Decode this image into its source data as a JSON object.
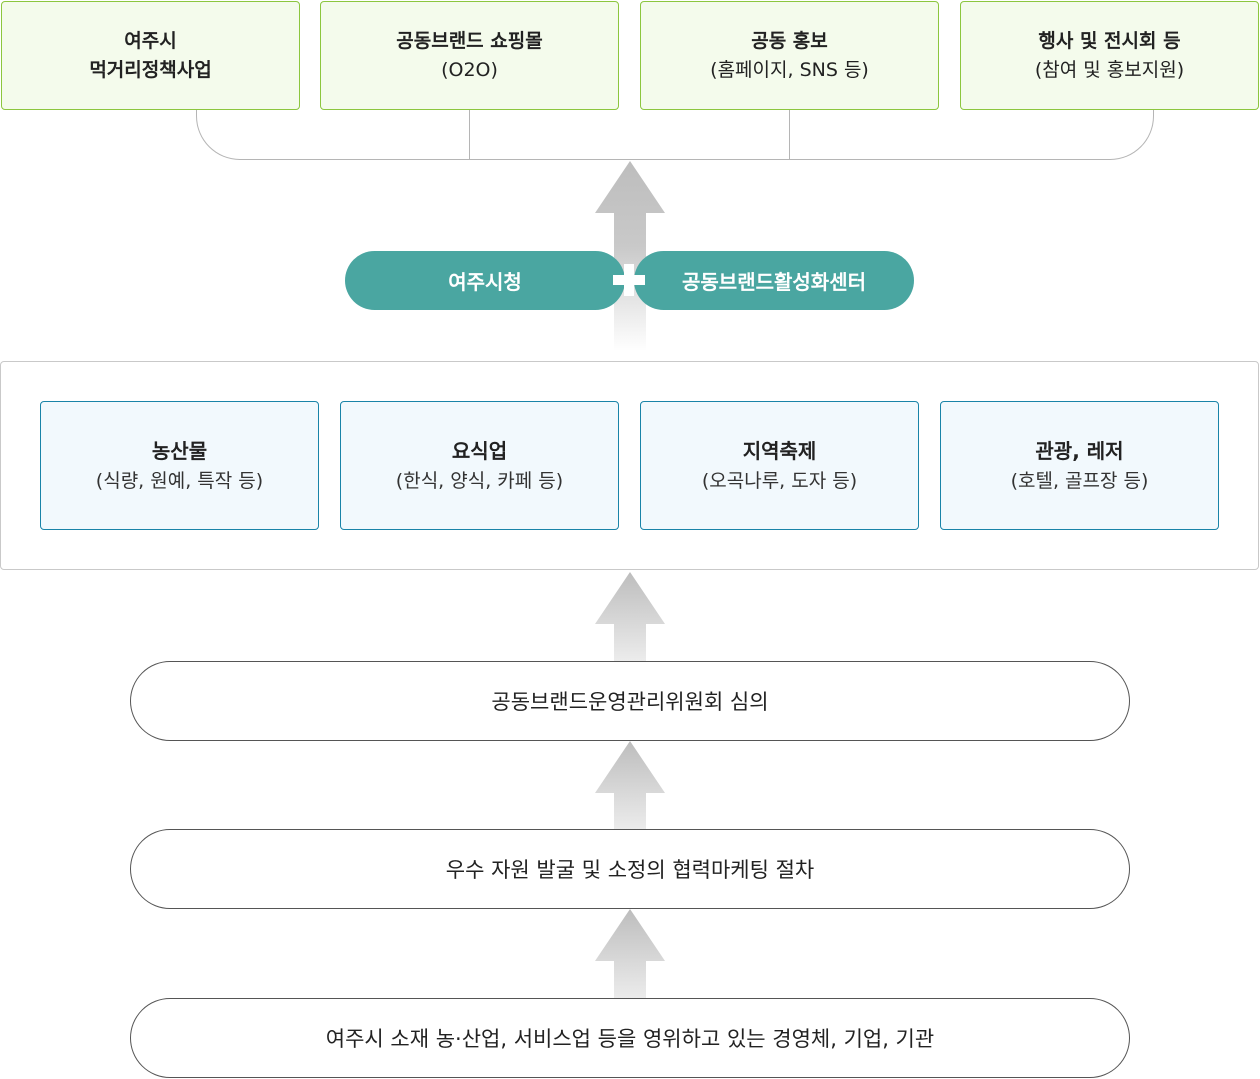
{
  "top_boxes": [
    {
      "line1": "여주시",
      "line2": "먹거리정책사업"
    },
    {
      "line1": "공동브랜드 쇼핑몰",
      "line2": "(O2O)"
    },
    {
      "line1": "공동 홍보",
      "line2": "(홈페이지, SNS 등)"
    },
    {
      "line1": "행사 및 전시회 등",
      "line2": "(참여 및 홍보지원)"
    }
  ],
  "partners": {
    "left": "여주시청",
    "right": "공동브랜드활성화센터"
  },
  "categories": [
    {
      "title": "농산물",
      "detail": "(식량, 원예, 특작 등)"
    },
    {
      "title": "요식업",
      "detail": "(한식, 양식, 카페 등)"
    },
    {
      "title": "지역축제",
      "detail": "(오곡나루, 도자 등)"
    },
    {
      "title": "관광, 레저",
      "detail": "(호텔, 골프장 등)"
    }
  ],
  "process": [
    "공동브랜드운영관리위원회 심의",
    "우수 자원 발굴 및 소정의 협력마케팅 절차",
    "여주시 소재 농·산업, 서비스업 등을 영위하고 있는 경영체, 기업, 기관"
  ],
  "colors": {
    "top_border": "#8cc63f",
    "teal": "#4aa6a1",
    "category_border": "#1a84a8",
    "arrow": "#c4c4c4"
  }
}
